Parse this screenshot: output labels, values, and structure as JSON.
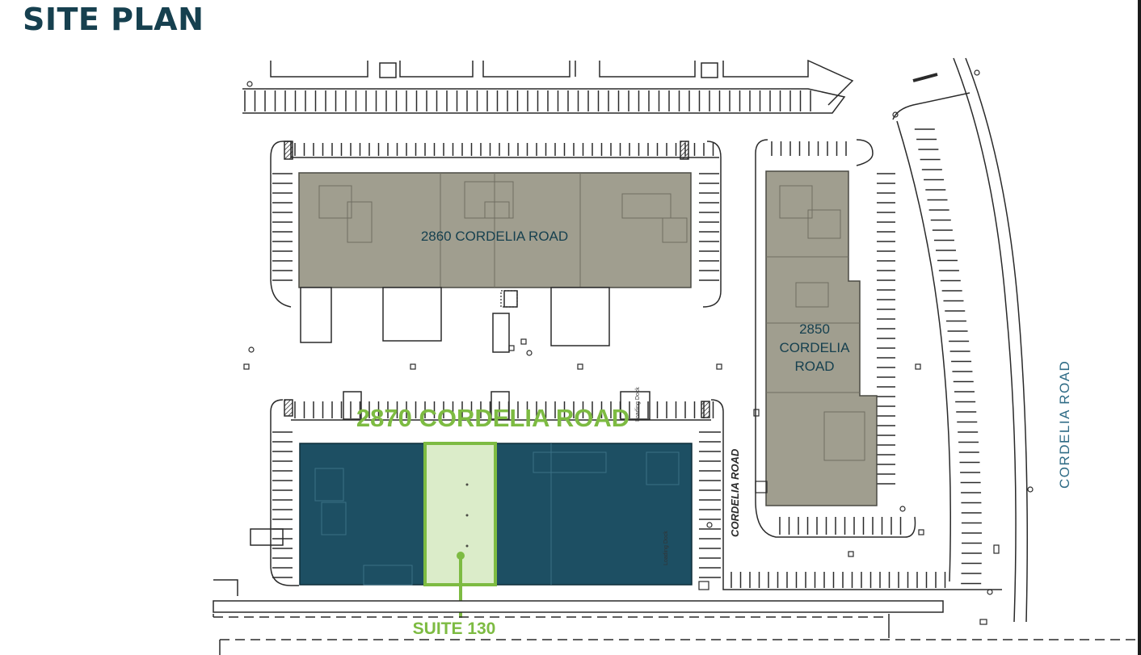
{
  "title": "SITE PLAN",
  "buildings": {
    "b2860": {
      "label": "2860 CORDELIA ROAD",
      "color": "#a09e8f"
    },
    "b2850": {
      "label_line1": "2850",
      "label_line2": "CORDELIA",
      "label_line3": "ROAD",
      "color": "#a09e8f"
    },
    "b2870": {
      "label": "2870 CORDELIA ROAD",
      "color": "#1d4f63"
    }
  },
  "suite": {
    "label": "SUITE 130",
    "highlight_color": "#7dbb42",
    "fill_color": "#dbecc9"
  },
  "roads": {
    "street": "CORDELIA ROAD",
    "internal": "CORDELIA ROAD"
  },
  "small_labels": {
    "dock_a": "Loading Dock",
    "dock_b": "Loading Dock"
  },
  "colors": {
    "title": "#16404f",
    "label_text": "#16404f",
    "street_text": "#2e6b85",
    "lines": "#2a2a2a"
  }
}
